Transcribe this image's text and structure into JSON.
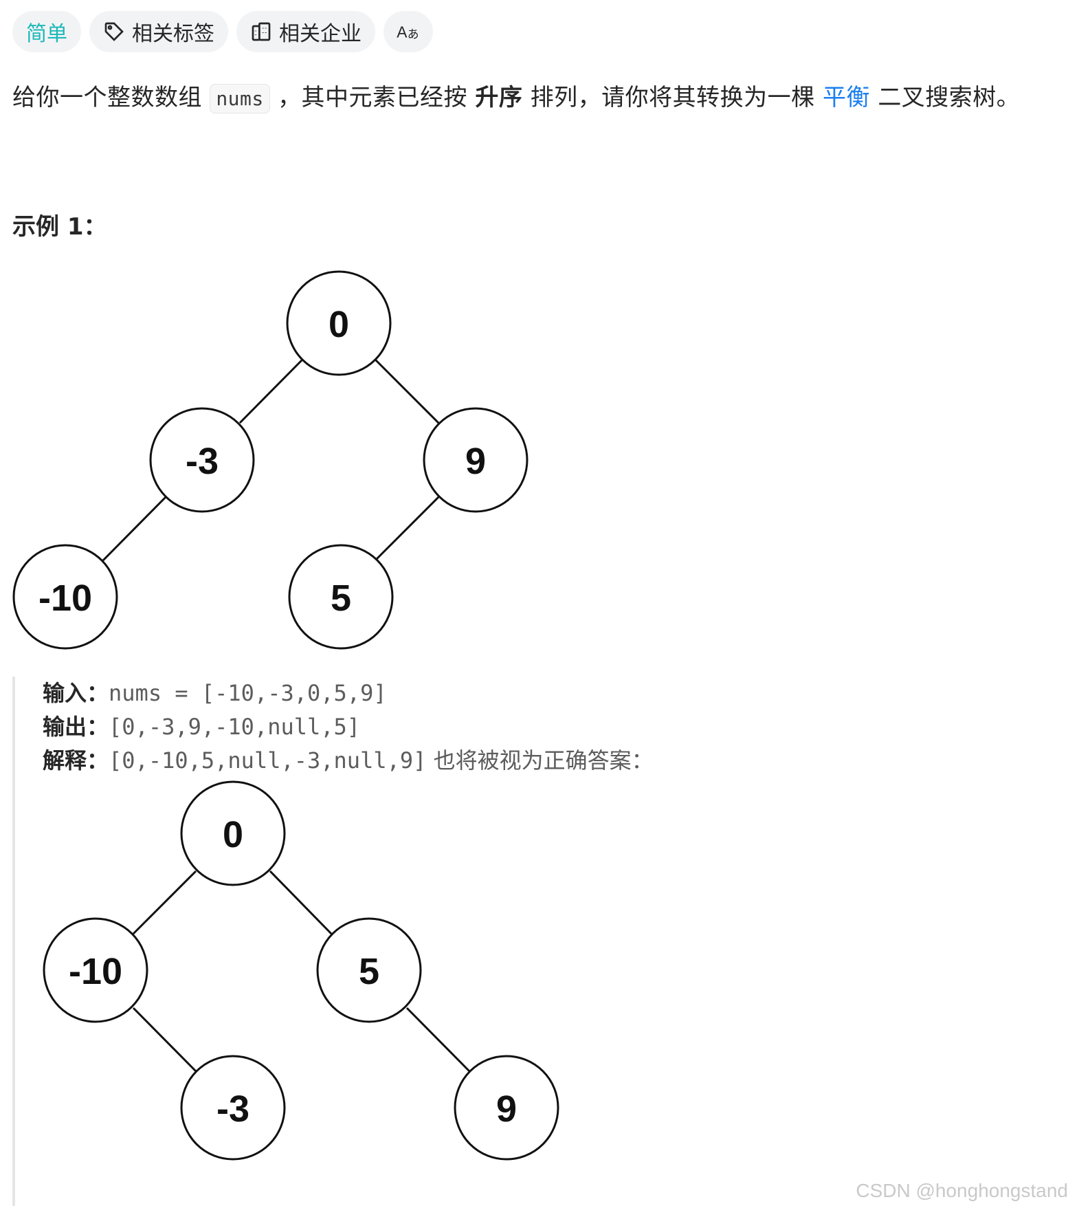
{
  "tags": {
    "difficulty": "简单",
    "related_tags": "相关标签",
    "related_companies": "相关企业",
    "translate_icon_label": "Aあ"
  },
  "description": {
    "part1": "给你一个整数数组",
    "code": "nums",
    "part2": "，其中元素已经按",
    "bold": "升序",
    "part3": "排列，请你将其转换为一棵",
    "link": "平衡",
    "part4": "二叉搜索树。"
  },
  "example": {
    "title": "示例 1：",
    "input_label": "输入：",
    "input_value": "nums = [-10,-3,0,5,9]",
    "output_label": "输出：",
    "output_value": "[0,-3,9,-10,null,5]",
    "explain_label": "解释：",
    "explain_value": "[0,-10,5,null,-3,null,9]",
    "explain_text": "也将被视为正确答案："
  },
  "tree1": {
    "nodes": [
      "0",
      "-3",
      "9",
      "-10",
      "5"
    ]
  },
  "tree2": {
    "nodes": [
      "0",
      "-10",
      "5",
      "-3",
      "9"
    ]
  },
  "watermark": "CSDN @honghongstand"
}
